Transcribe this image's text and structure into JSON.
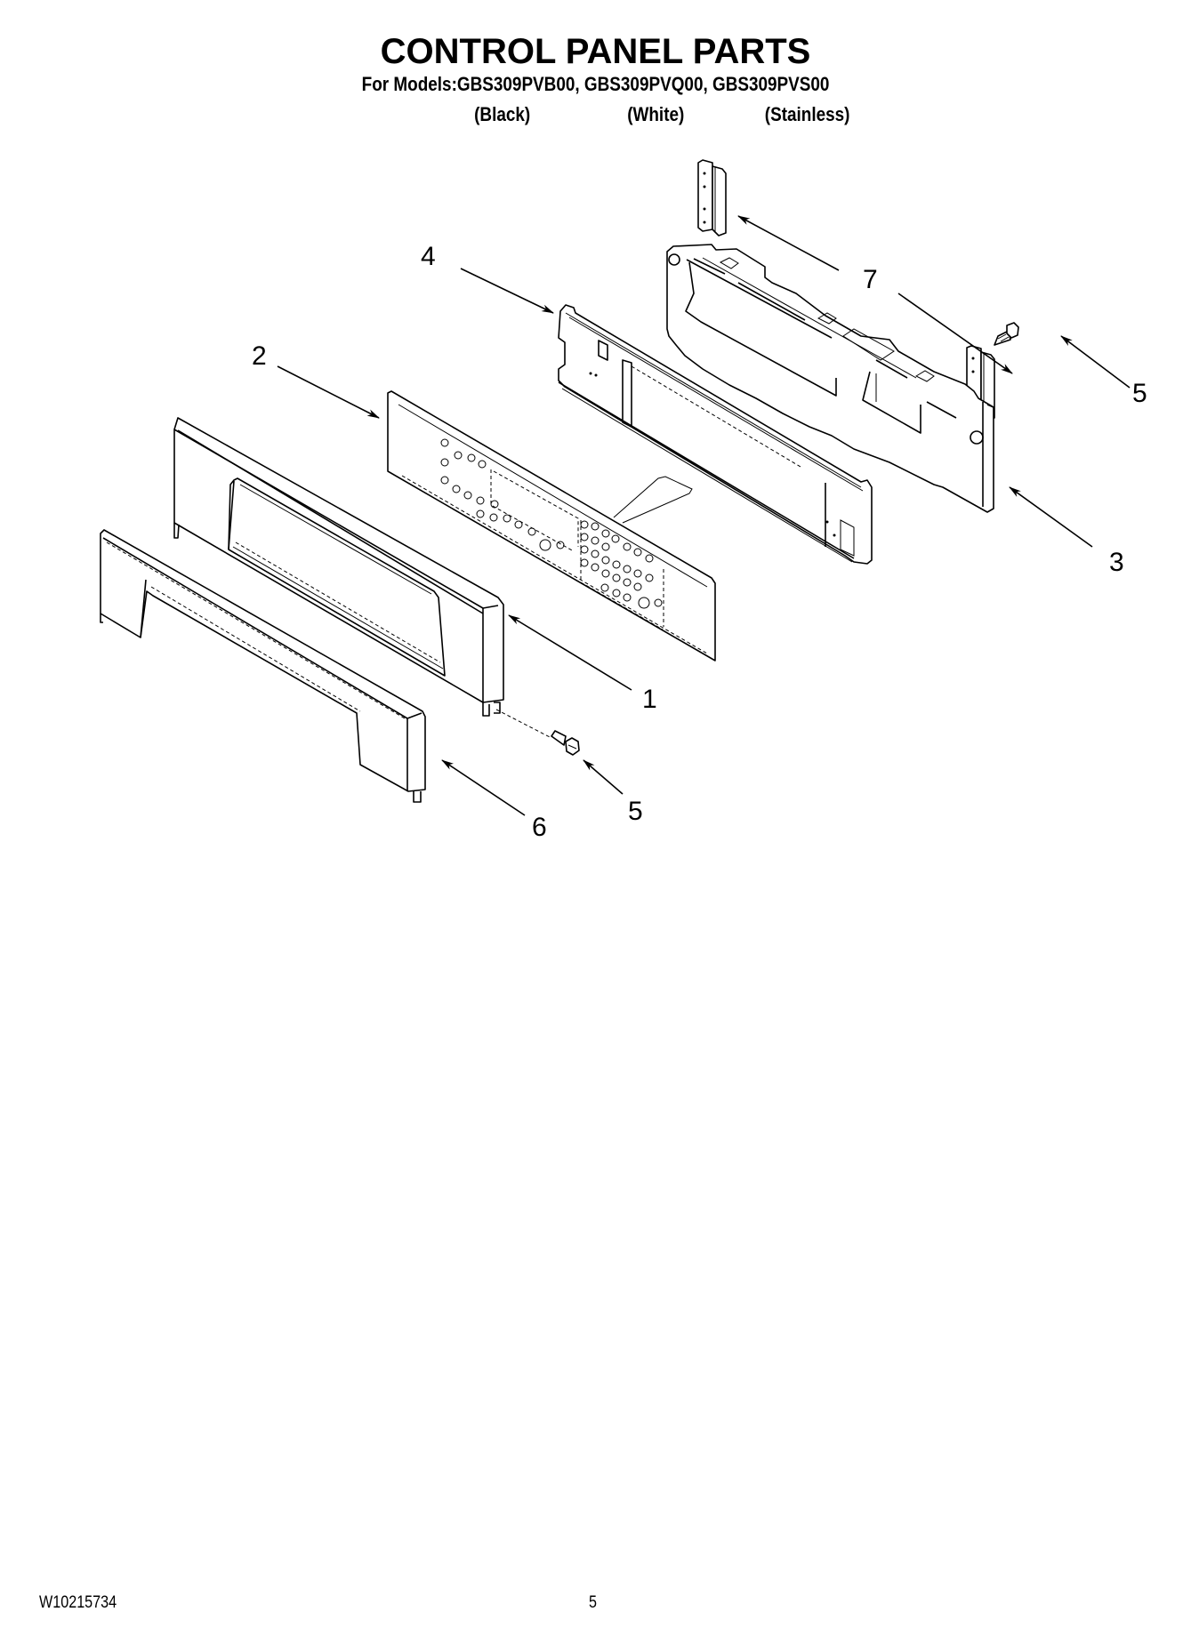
{
  "header": {
    "title": "CONTROL PANEL PARTS",
    "models_line": "For Models:GBS309PVB00, GBS309PVQ00, GBS309PVS00",
    "colors": [
      {
        "label": "(Black)",
        "model": "GBS309PVB00"
      },
      {
        "label": "(White)",
        "model": "GBS309PVQ00"
      },
      {
        "label": "(Stainless)",
        "model": "GBS309PVS00"
      }
    ]
  },
  "diagram": {
    "type": "exploded-parts-view",
    "callouts": [
      {
        "number": "1",
        "part": "control panel trim / frame"
      },
      {
        "number": "2",
        "part": "keypad / control panel overlay"
      },
      {
        "number": "3",
        "part": "electronic control housing"
      },
      {
        "number": "4",
        "part": "control panel mounting bracket"
      },
      {
        "number": "5",
        "part": "screw"
      },
      {
        "number": "5",
        "part": "screw"
      },
      {
        "number": "6",
        "part": "control panel end trim"
      },
      {
        "number": "7",
        "part": "side bracket"
      }
    ]
  },
  "footer": {
    "doc_number": "W10215734",
    "page_number": "5"
  }
}
